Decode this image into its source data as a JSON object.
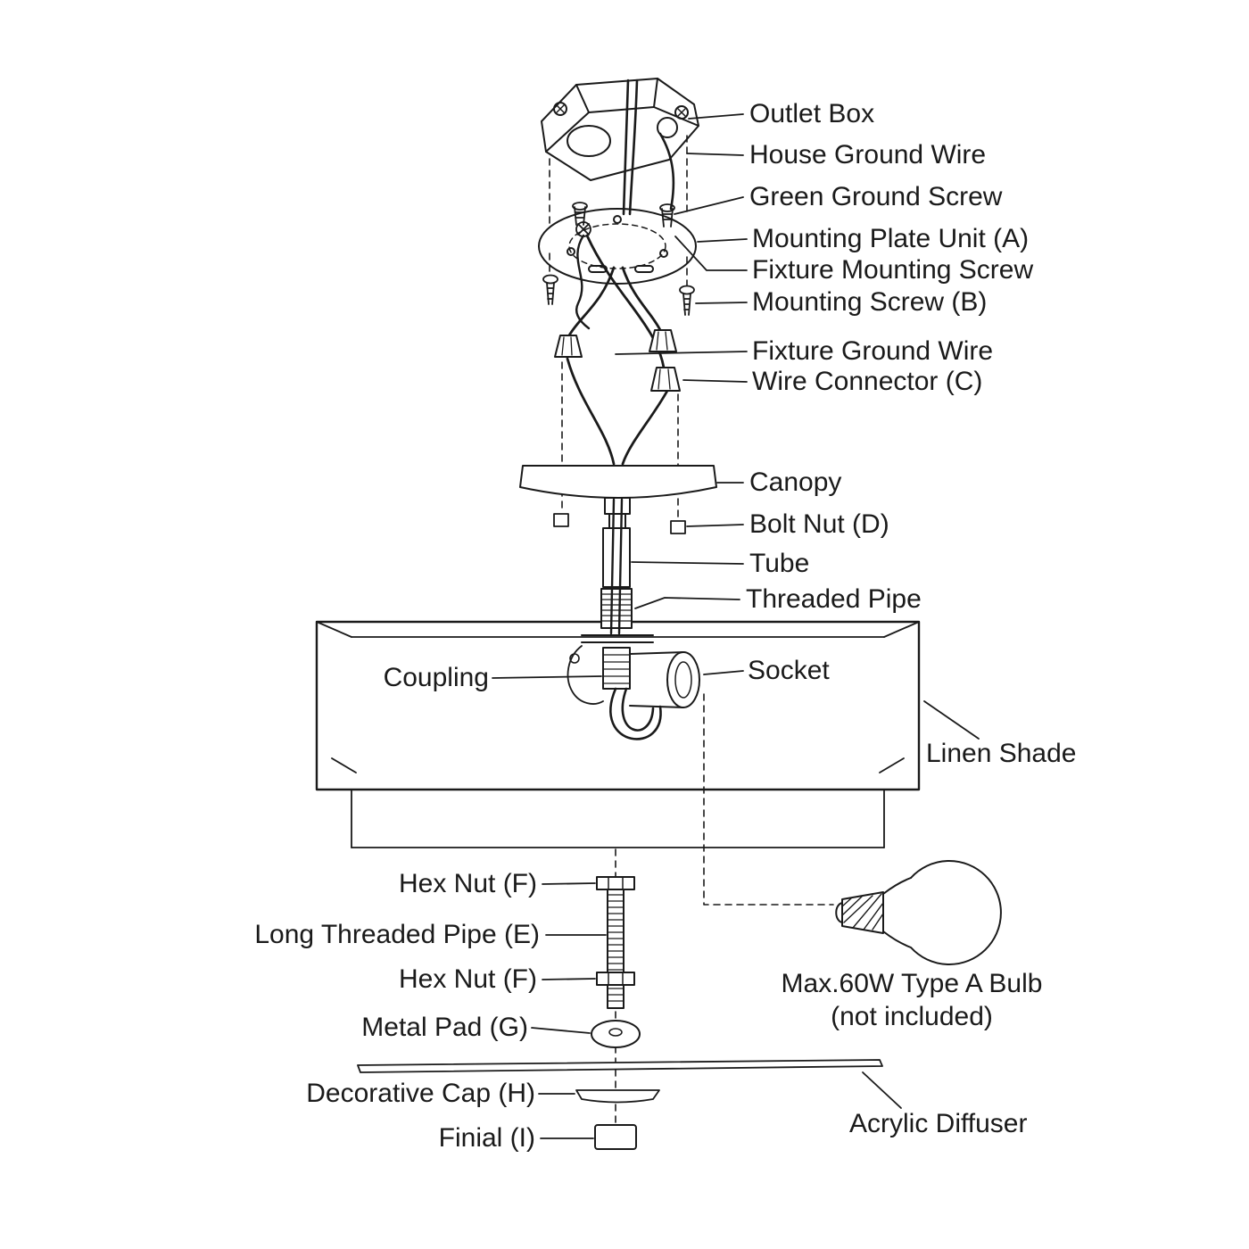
{
  "diagram": {
    "background": "#ffffff",
    "line_color": "#1a1a1a",
    "labels": {
      "outlet_box": "Outlet Box",
      "house_ground_wire": "House Ground Wire",
      "green_ground_screw": "Green Ground Screw",
      "mounting_plate_unit": "Mounting Plate Unit (A)",
      "fixture_mounting_screw": "Fixture Mounting Screw",
      "mounting_screw": "Mounting Screw (B)",
      "fixture_ground_wire": "Fixture Ground Wire",
      "wire_connector": "Wire Connector (C)",
      "canopy": "Canopy",
      "bolt_nut": "Bolt Nut (D)",
      "tube": "Tube",
      "threaded_pipe": "Threaded Pipe",
      "coupling": "Coupling",
      "socket": "Socket",
      "linen_shade": "Linen Shade",
      "hex_nut_top": "Hex Nut (F)",
      "long_threaded_pipe": "Long Threaded Pipe (E)",
      "hex_nut_bottom": "Hex Nut (F)",
      "metal_pad": "Metal Pad (G)",
      "decorative_cap": "Decorative Cap (H)",
      "finial": "Finial (I)",
      "bulb_note_line1": "Max.60W Type A Bulb",
      "bulb_note_line2": "(not included)",
      "acrylic_diffuser": "Acrylic Diffuser"
    }
  }
}
